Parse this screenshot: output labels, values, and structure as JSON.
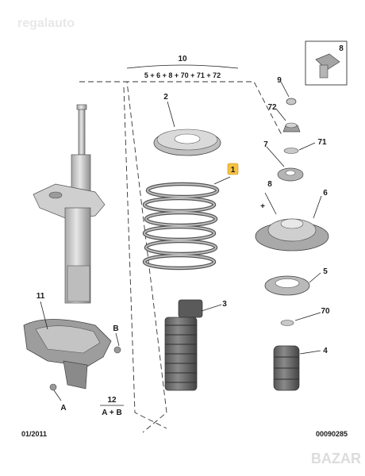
{
  "watermark_top": "regalauto",
  "watermark_bottom": "BAZAR",
  "footer": {
    "date": "01/2011",
    "ref": "00090285"
  },
  "group": {
    "number": "10",
    "formula": "5 + 6 + 8 + 70 + 71 + 72"
  },
  "combo": {
    "number": "12",
    "formula": "A + B"
  },
  "parts": {
    "p1": "1",
    "p2": "2",
    "p3": "3",
    "p4": "4",
    "p5": "5",
    "p6": "6",
    "p7": "7",
    "p8": "8",
    "p8box": "8",
    "p9": "9",
    "p11": "11",
    "p70": "70",
    "p71": "71",
    "p72": "72",
    "pA": "A",
    "pB": "B"
  },
  "colors": {
    "highlight": "#f5c242",
    "part_fill": "#c9c9c9",
    "part_dark": "#8a8a8a"
  }
}
